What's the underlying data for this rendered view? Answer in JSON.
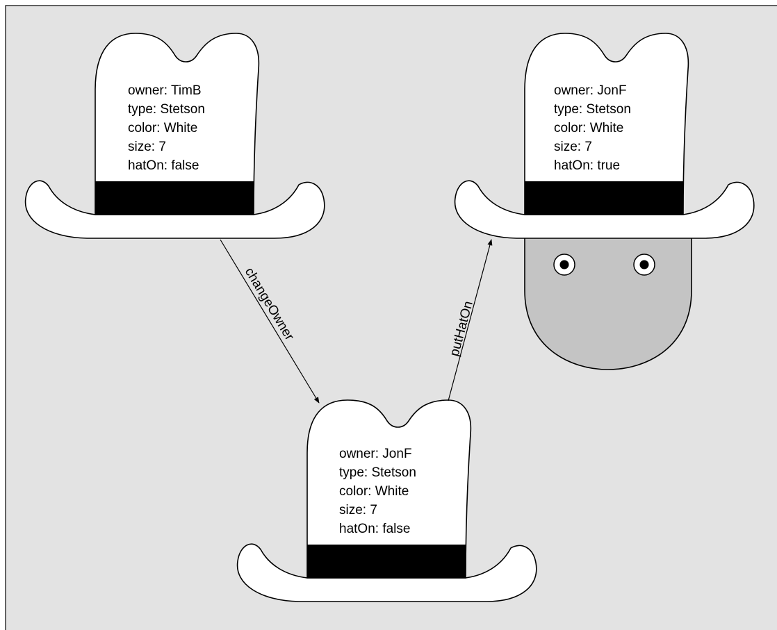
{
  "hats": [
    {
      "id": "hat-timb",
      "lines": [
        "owner: TimB",
        "type: Stetson",
        "color: White",
        "size: 7",
        "hatOn: false"
      ]
    },
    {
      "id": "hat-jonf-worn",
      "lines": [
        "owner: JonF",
        "type: Stetson",
        "color: White",
        "size: 7",
        "hatOn: true"
      ]
    },
    {
      "id": "hat-jonf",
      "lines": [
        "owner: JonF",
        "type: Stetson",
        "color: White",
        "size: 7",
        "hatOn: false"
      ]
    }
  ],
  "edges": [
    {
      "label": "changeOwner"
    },
    {
      "label": "putHatOn"
    }
  ]
}
